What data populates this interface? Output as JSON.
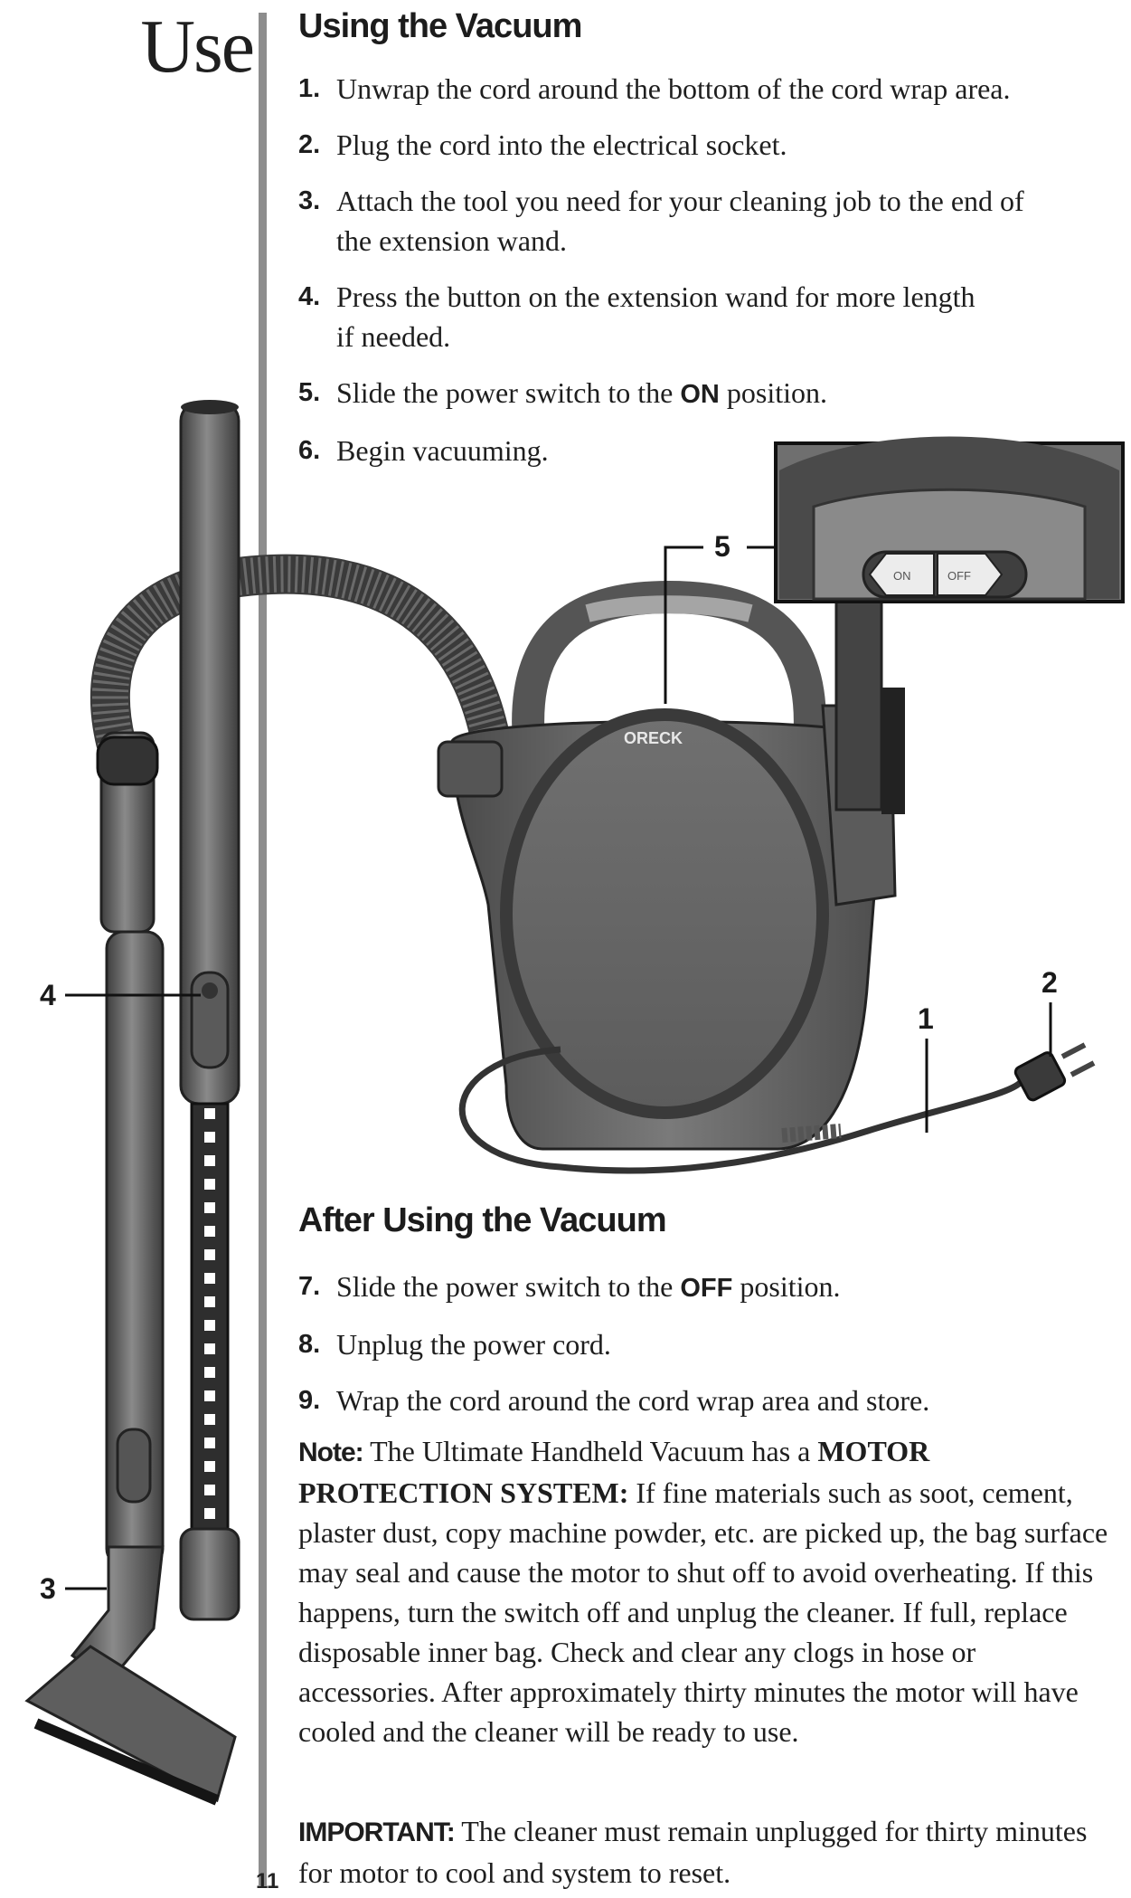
{
  "page": {
    "title": "Use",
    "number": "11"
  },
  "using": {
    "heading": "Using the Vacuum",
    "steps": [
      {
        "num": "1.",
        "text": "Unwrap the cord around the bottom of the cord wrap area."
      },
      {
        "num": "2.",
        "text": "Plug the cord into the electrical socket."
      },
      {
        "num": "3.",
        "line1": "Attach the tool you need for your cleaning job to the end of",
        "line2": "the extension wand."
      },
      {
        "num": "4.",
        "line1": "Press the button on the extension wand for more length",
        "line2": "if needed."
      },
      {
        "num": "5.",
        "before": "Slide the power switch to the ",
        "keyword": "ON",
        "after": " position."
      },
      {
        "num": "6.",
        "text": "Begin vacuuming."
      }
    ]
  },
  "after": {
    "heading": "After Using the Vacuum",
    "steps": [
      {
        "num": "7.",
        "before": "Slide the power switch to the ",
        "keyword": "OFF",
        "after": " position."
      },
      {
        "num": "8.",
        "text": "Unplug the power cord."
      },
      {
        "num": "9.",
        "text": "Wrap the cord around the cord wrap area and store."
      }
    ]
  },
  "note": {
    "label": "Note:",
    "intro": " The Ultimate Handheld Vacuum has a ",
    "emphasis": "MOTOR PROTECTION SYSTEM:",
    "body": " If fine materials such as soot, cement, plaster dust, copy machine powder, etc. are picked up, the bag surface may seal and cause the motor to shut off to avoid overheating. If this happens, turn the switch off and unplug the cleaner. If full, replace disposable inner bag. Check and clear any clogs in hose or accessories. After approximately thirty minutes the motor will have cooled and the cleaner will be ready to use."
  },
  "important": {
    "label": "IMPORTANT:",
    "body": " The cleaner must remain unplugged for thirty minutes for motor to cool and system to reset."
  },
  "illustration": {
    "brand": "ORECK",
    "switch_on": "ON",
    "switch_off": "OFF",
    "callouts": [
      "1",
      "2",
      "3",
      "4",
      "5"
    ]
  },
  "colors": {
    "text": "#1e1e1e",
    "divider": "#8d8d8d",
    "body_gray": "#6a6a6a",
    "dark_gray": "#3c3c3c"
  }
}
